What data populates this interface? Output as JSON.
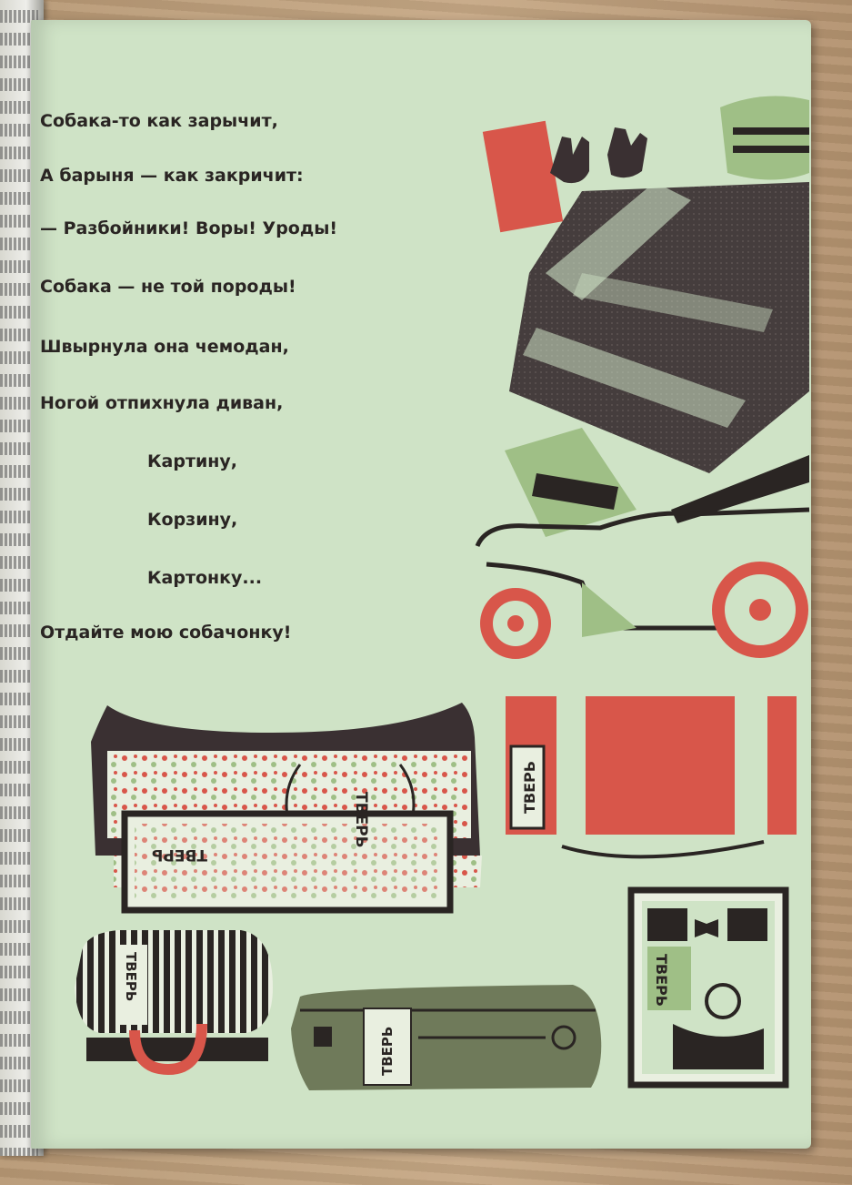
{
  "poem": {
    "lines": [
      "Собака-то как зарычит,",
      "А барыня — как закричит:",
      "— Разбойники! Воры! Уроды!",
      "Собака — не той породы!",
      "Швырнула она чемодан,",
      "Ногой отпихнула диван,",
      "Картину,",
      "Корзину,",
      "Картонку...",
      "Отдайте мою собачонку!"
    ]
  },
  "luggage": {
    "sofa_label": "ТВЕРЬ",
    "box_label": "ТВЕРЬ",
    "suitcase_label": "ТВЕРЬ",
    "basket_label": "ТВЕРЬ",
    "bag_label": "ТВЕРЬ",
    "picture_label": "ТВЕРЬ"
  },
  "colors": {
    "page": "#cfe3c6",
    "ink": "#2a2523",
    "red": "#d8564a",
    "green": "#9fbf86",
    "olive": "#6f7a5a"
  }
}
